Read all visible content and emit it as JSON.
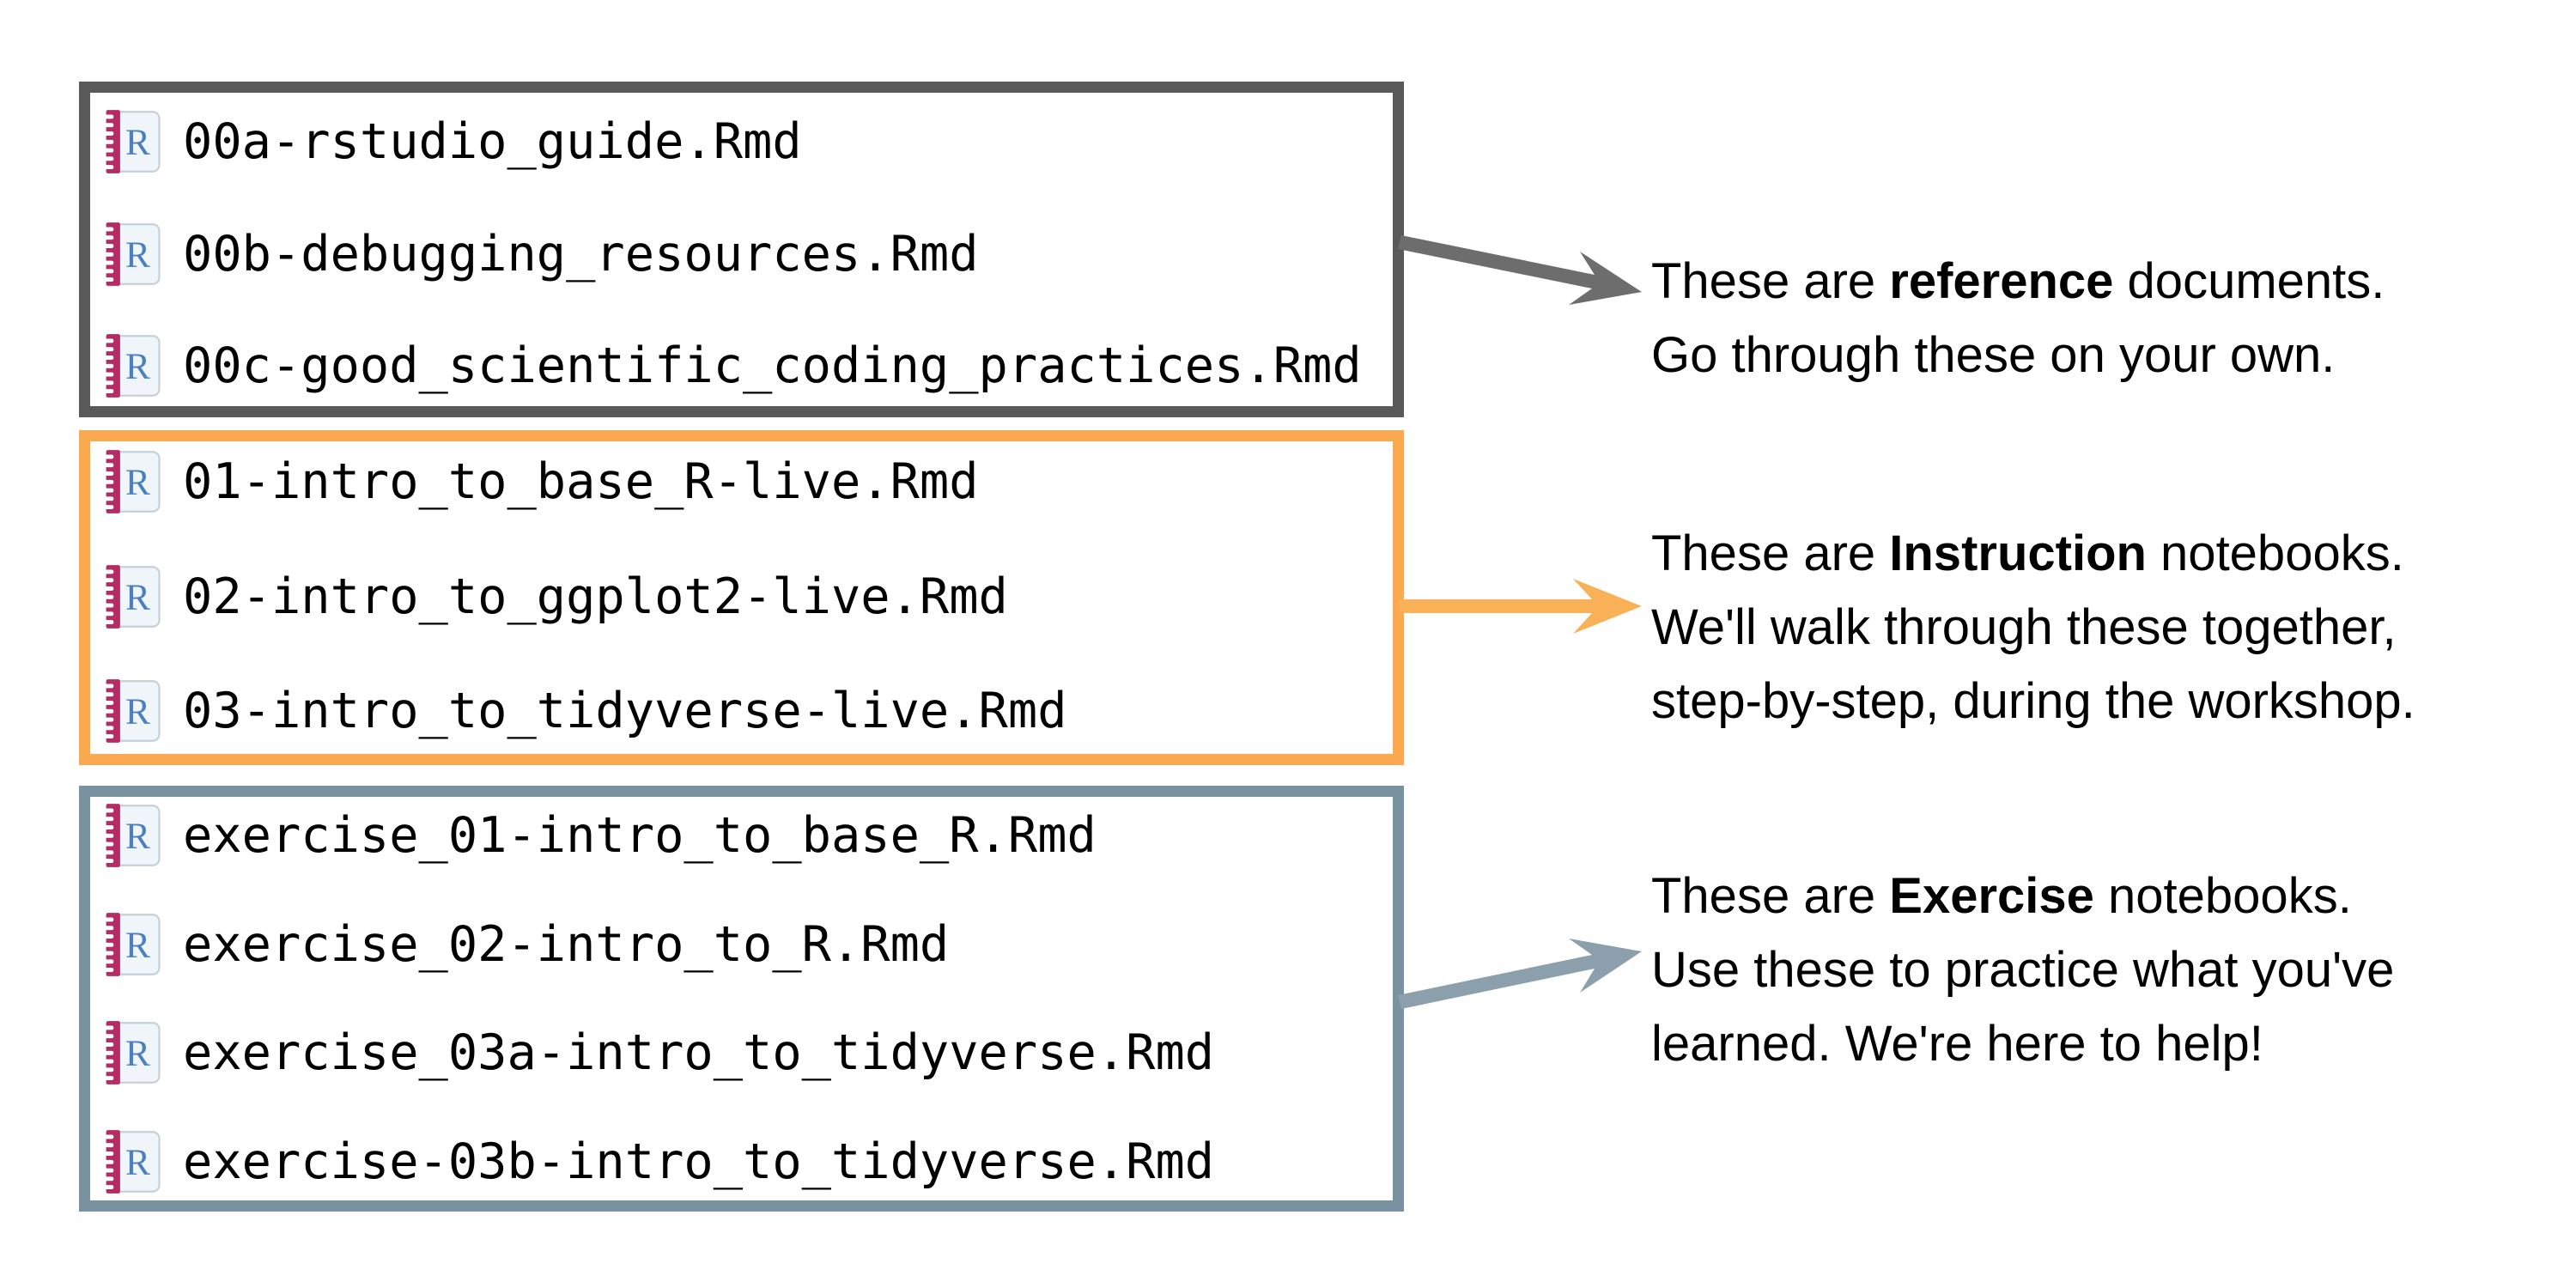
{
  "canvas": {
    "background": "#ffffff"
  },
  "icon": {
    "name": "rmarkdown-file-icon",
    "letter": "R",
    "letter_color": "#4a80c2",
    "binding_color": "#b52b63"
  },
  "boxes": [
    {
      "id": "reference-files",
      "border_color": "#595959",
      "files": [
        "00a-rstudio_guide.Rmd",
        "00b-debugging_resources.Rmd",
        "00c-good_scientific_coding_practices.Rmd"
      ]
    },
    {
      "id": "instruction-files",
      "border_color": "#faa94e",
      "files": [
        "01-intro_to_base_R-live.Rmd",
        "02-intro_to_ggplot2-live.Rmd",
        "03-intro_to_tidyverse-live.Rmd"
      ]
    },
    {
      "id": "exercise-files",
      "border_color": "#78929f",
      "files": [
        "exercise_01-intro_to_base_R.Rmd",
        "exercise_02-intro_to_R.Rmd",
        "exercise_03a-intro_to_tidyverse.Rmd",
        "exercise-03b-intro_to_tidyverse.Rmd"
      ]
    }
  ],
  "arrows": [
    {
      "id": "reference-arrow",
      "color": "#6d6d6d"
    },
    {
      "id": "instruction-arrow",
      "color": "#f9b157"
    },
    {
      "id": "exercise-arrow",
      "color": "#8ba0ac"
    }
  ],
  "annotations": [
    {
      "line1_pre": "These are ",
      "line1_bold": "reference",
      "line1_post": " documents.",
      "line2": "Go through these on your own."
    },
    {
      "line1_pre": "These are ",
      "line1_bold": "Instruction",
      "line1_post": " notebooks.",
      "line2": "We'll walk through these together,",
      "line3": "step-by-step, during the workshop."
    },
    {
      "line1_pre": "These are ",
      "line1_bold": "Exercise",
      "line1_post": " notebooks.",
      "line2": "Use these to practice what you've",
      "line3": "learned. We're here to help!"
    }
  ]
}
